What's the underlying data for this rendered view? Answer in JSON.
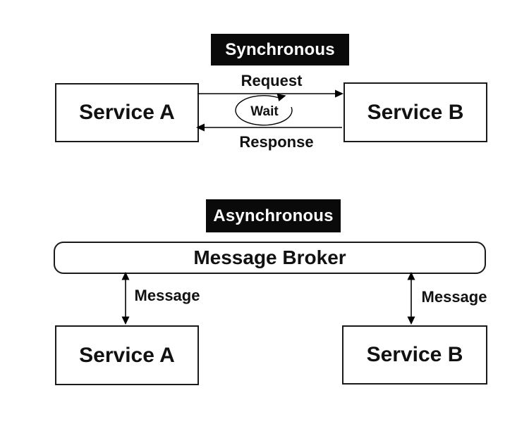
{
  "synchronous": {
    "title": "Synchronous",
    "service_a": "Service A",
    "service_b": "Service B",
    "labels": {
      "request": "Request",
      "response": "Response",
      "wait": "Wait"
    }
  },
  "asynchronous": {
    "title": "Asynchronous",
    "broker": "Message Broker",
    "service_a": "Service A",
    "service_b": "Service B",
    "labels": {
      "message_left": "Message",
      "message_right": "Message"
    }
  },
  "colors": {
    "background": "#ffffff",
    "title_bg": "#0a0a0a",
    "title_text": "#ffffff",
    "box_border": "#1a1a1a",
    "box_bg": "#ffffff",
    "line": "#000000",
    "text": "#111111"
  }
}
